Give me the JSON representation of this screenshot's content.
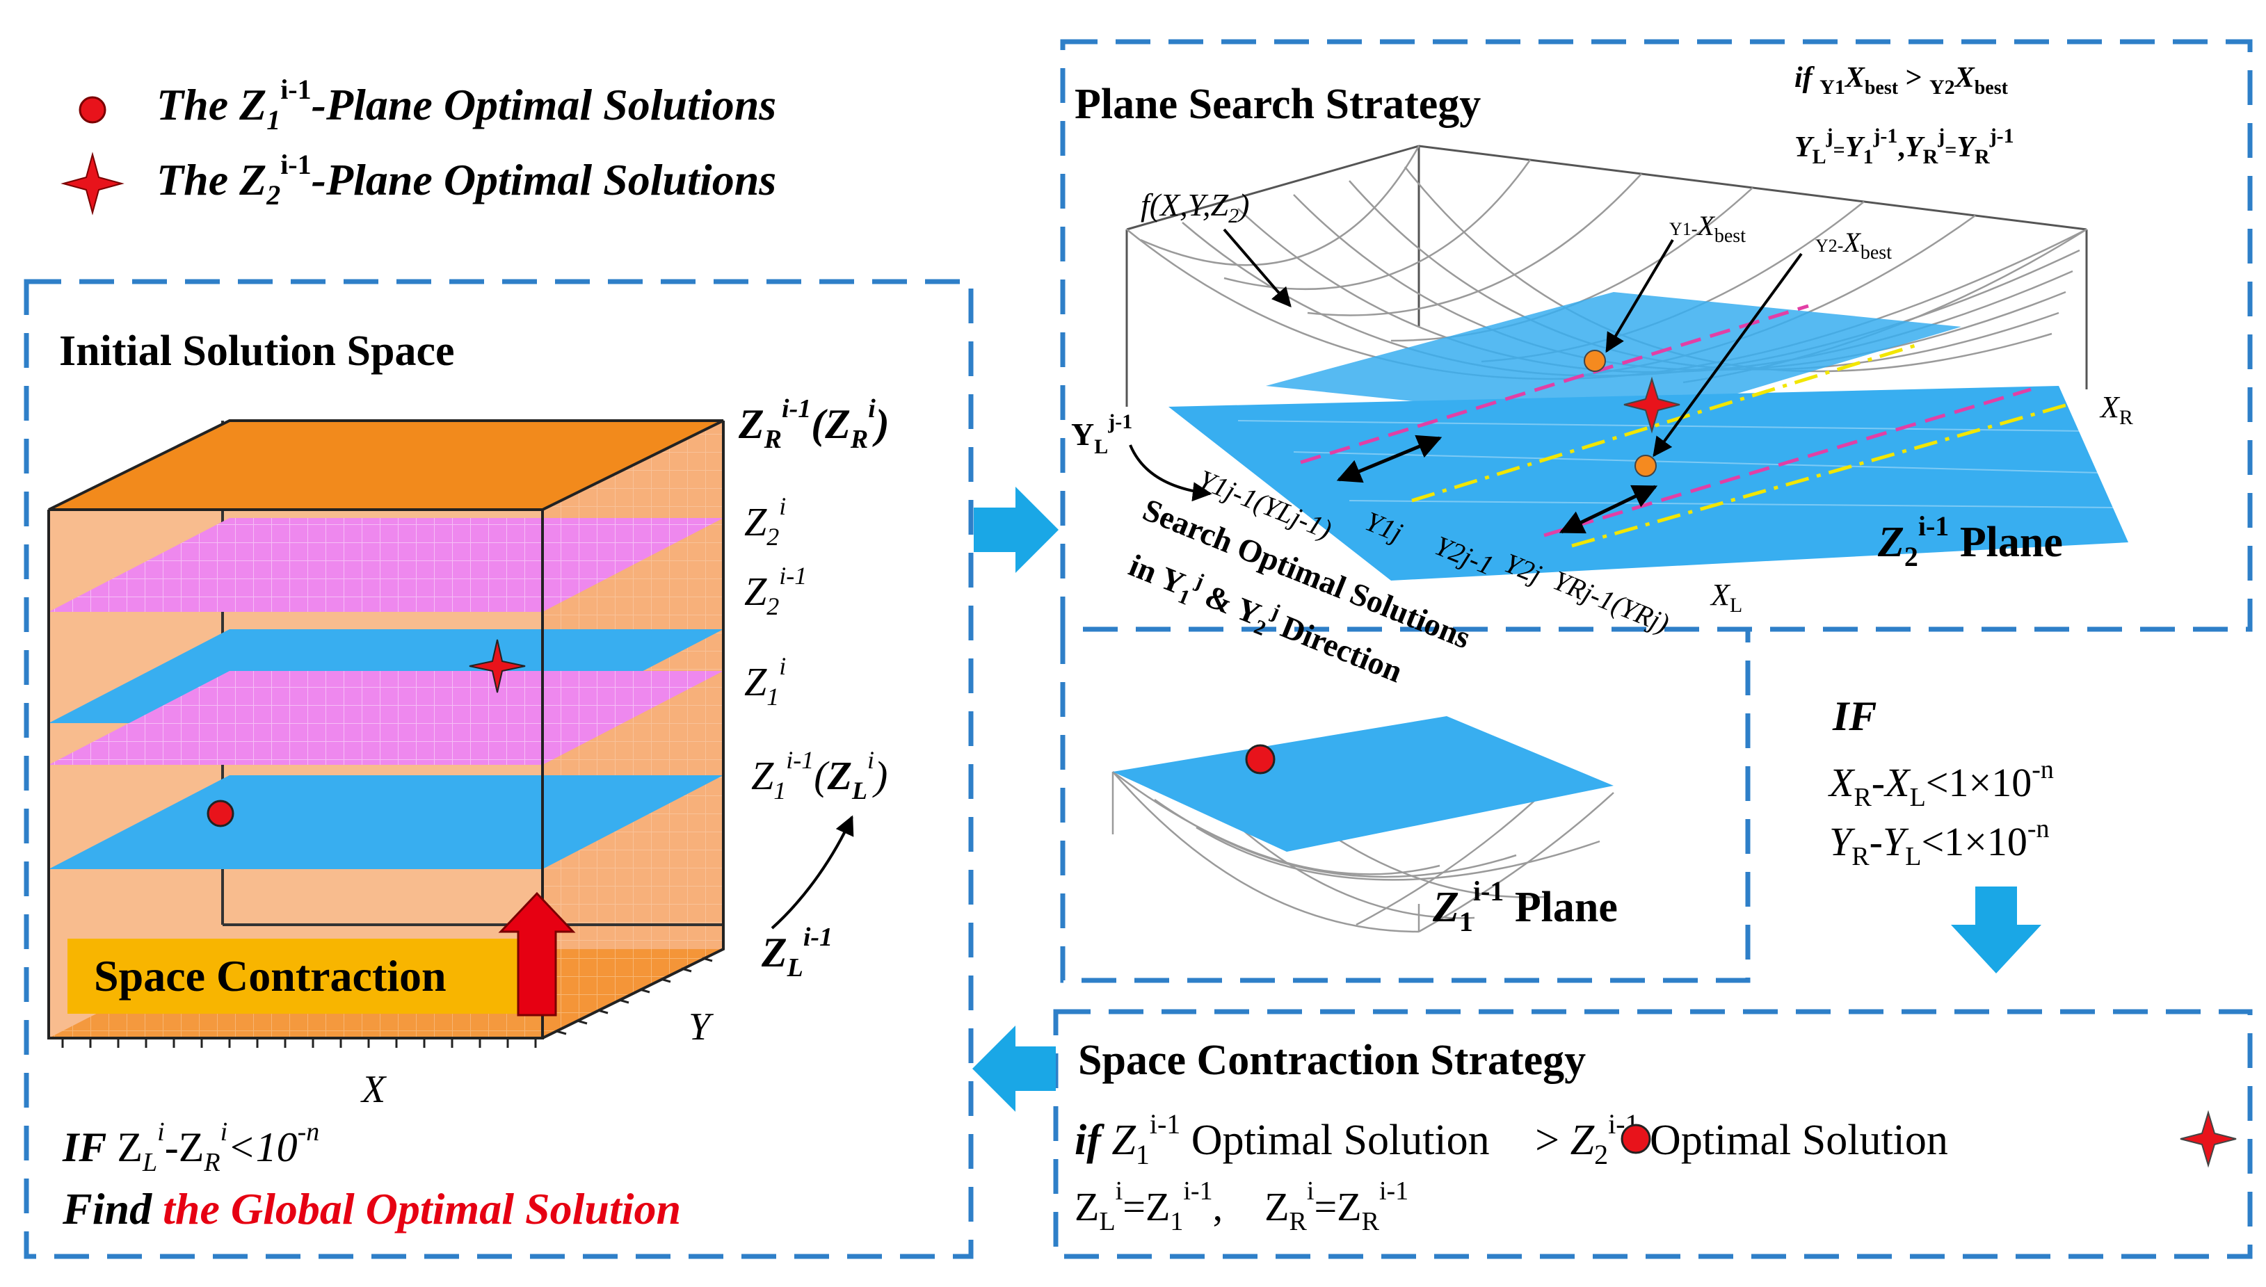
{
  "legend": {
    "circle_label": {
      "pre": "The ",
      "var": "Z",
      "sub": "1",
      "sup": "i-1",
      "post": "-Plane Optimal Solutions"
    },
    "star_label": {
      "pre": "The ",
      "var": "Z",
      "sub": "2",
      "sup": "i-1",
      "post": "-Plane Optimal Solutions"
    }
  },
  "initial_space": {
    "title": "Initial Solution Space",
    "zr_label": {
      "main": "Z",
      "sub": "R",
      "sup": "i-1",
      "paren_main": "Z",
      "paren_sub": "R",
      "paren_sup": "i"
    },
    "z2i": {
      "main": "Z",
      "sub": "2",
      "sup": "i"
    },
    "z2im1": {
      "main": "Z",
      "sub": "2",
      "sup": "i-1"
    },
    "z1i": {
      "main": "Z",
      "sub": "1",
      "sup": "i"
    },
    "z1im1": {
      "main": "Z",
      "sub": "1",
      "sup": "i-1",
      "paren_main": "Z",
      "paren_sub": "L",
      "paren_sup": "i"
    },
    "zl": {
      "main": "Z",
      "sub": "L",
      "sup": "i-1"
    },
    "x_axis": "X",
    "y_axis": "Y",
    "contraction_label": "Space Contraction",
    "condition": {
      "if": "IF",
      "expr_a": "Z",
      "sub_a": "L",
      "sup_a": "i",
      "dash": "-",
      "expr_b": "Z",
      "sub_b": "R",
      "sup_b": "i",
      "lt": "<10",
      "sup_n": "-n"
    },
    "find": {
      "prefix": "Find ",
      "highlight": "the Global Optimal Solution"
    }
  },
  "plane_search": {
    "title": "Plane Search Strategy",
    "cond_line1": {
      "if": "if ",
      "a_sub": "Y1",
      "a": "X",
      "a_subsub": "best",
      "gt": " > ",
      "b_sub": "Y2",
      "b": "X",
      "b_subsub": "best"
    },
    "cond_line2": {
      "yl": "Y",
      "yl_sub": "L",
      "yl_sup": "j",
      "eq1": "=",
      "y1": "Y",
      "y1_sub": "1",
      "y1_sup": "j-1",
      "comma": ",",
      "yr": "Y",
      "yr_sub": "R",
      "yr_sup": "j",
      "eq2": "=",
      "yr2": "Y",
      "yr2_sub": "R",
      "yr2_sup": "j-1"
    },
    "func_label": "f(X,Y,Z",
    "func_sub": "2",
    "func_close": ")",
    "y1_best": {
      "pre": "Y1-",
      "main": "X",
      "sub": "best"
    },
    "y2_best": {
      "pre": "Y2-",
      "main": "X",
      "sub": "best"
    },
    "yl_label": {
      "main": "Y",
      "sub": "L",
      "sup": "j-1"
    },
    "xr_label": {
      "main": "X",
      "sub": "R"
    },
    "xl_label": {
      "main": "X",
      "sub": "L"
    },
    "axis_ticks": {
      "t1": "Y1j-1(YLj-1)",
      "t2": "Y1j",
      "t3": "Y2j-1",
      "t4": "Y2j",
      "t5": "YRj-1(YRj)"
    },
    "search_text": [
      "Search Optimal Solutions",
      "in Y",
      "1",
      "j",
      " & Y",
      "2",
      "j",
      " Direction"
    ],
    "z2_plane": {
      "main": "Z",
      "sub": "2",
      "sup": "i-1",
      "post": " Plane"
    },
    "z1_plane": {
      "main": "Z",
      "sub": "1",
      "sup": "i-1",
      "post": " Plane"
    }
  },
  "if_box": {
    "if": "IF",
    "line1": {
      "a": "X",
      "a_sub": "R",
      "dash": "-",
      "b": "X",
      "b_sub": "L",
      "rest": "<1×10",
      "sup": "-n"
    },
    "line2": {
      "a": "Y",
      "a_sub": "R",
      "dash": "-",
      "b": "Y",
      "b_sub": "L",
      "rest": "<1×10",
      "sup": "-n"
    }
  },
  "contraction": {
    "title": "Space Contraction Strategy",
    "line1": {
      "if": "if",
      "z1": "Z",
      "z1_sub": "1",
      "z1_sup": "i-1",
      "t1": " Optimal Solution ",
      "gt": " > ",
      "z2": "Z",
      "z2_sub": "2",
      "z2_sup": "i-1",
      "t2": " Optimal Solution"
    },
    "line2": {
      "zl": "Z",
      "zl_sub": "L",
      "zl_sup": "i",
      "eq1": "=",
      "z1": "Z",
      "z1_sub": "1",
      "z1_sup": "i-1",
      "comma": ",",
      "zr": "Z",
      "zr_sub": "R",
      "zr_sup": "i",
      "eq2": "=",
      "zr2": "Z",
      "zr2_sub": "R",
      "zr2_sup": "i-1"
    }
  },
  "colors": {
    "dash_border": "#2e7fc8",
    "orange": "#f28a1c",
    "orange_side": "#f7b07a",
    "pink": "#ee88ee",
    "blue_plane": "#38aef0",
    "arrow_fill": "#1aa7e6",
    "red": "#e8131b",
    "gold": "#f8b500",
    "contract_red": "#e60012",
    "highlight_red": "#e60012"
  }
}
